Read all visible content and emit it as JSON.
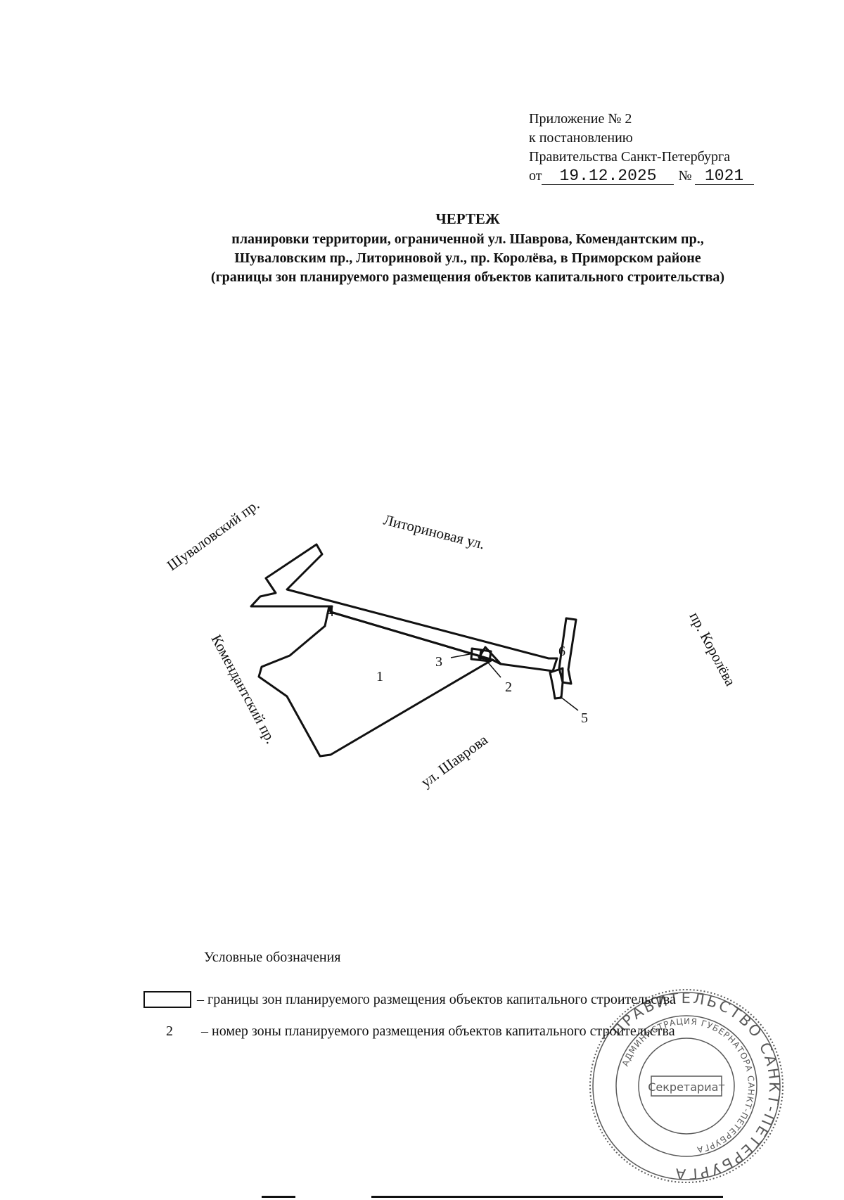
{
  "header": {
    "line1": "Приложение № 2",
    "line2": "к постановлению",
    "line3": "Правительства Санкт-Петербурга",
    "date_prefix": "от",
    "date": "19.12.2025",
    "number_sign": "№",
    "number": "1021"
  },
  "title": {
    "main": "ЧЕРТЕЖ",
    "line1": "планировки территории, ограниченной ул. Шаврова, Комендантским пр.,",
    "line2": "Шуваловским пр., Литориновой ул., пр. Королёва, в Приморском районе",
    "line3": "(границы зон планируемого размещения объектов капитального строительства)"
  },
  "map": {
    "streets": {
      "shuvalovsky": "Шуваловский пр.",
      "litorinovaya": "Литориновая ул.",
      "komendantsky": "Комендантский пр.",
      "shavrova": "ул. Шаврова",
      "koroleva": "пр. Королёва"
    },
    "zones": [
      "1",
      "2",
      "3",
      "4",
      "5",
      "6"
    ]
  },
  "legend": {
    "title": "Условные обозначения",
    "boundary_label": "– границы зон планируемого размещения объектов капитального строительства",
    "number_sample": "2",
    "number_label": "– номер зоны планируемого размещения объектов капитального строительства"
  },
  "stamp": {
    "outer_text": "ПРАВИТЕЛЬСТВО САНКТ-ПЕТЕРБУРГА",
    "inner_text": "АДМИНИСТРАЦИЯ ГУБЕРНАТОРА САНКТ-ПЕТЕРБУРГА",
    "center_text": "Секретариат"
  }
}
